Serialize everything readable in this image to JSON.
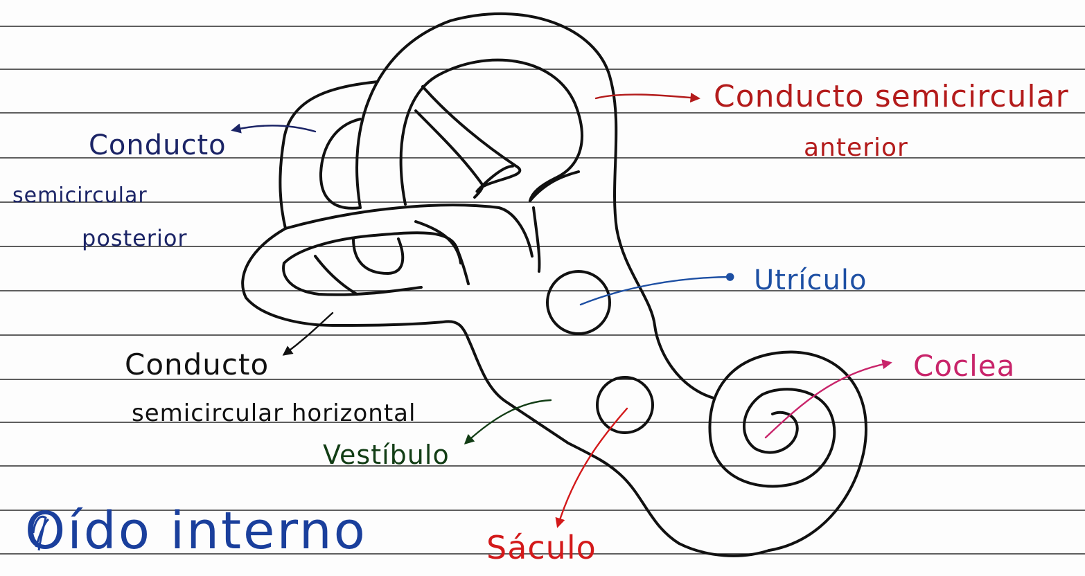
{
  "labels": {
    "anterior_line1": "Conducto semicircular",
    "anterior_line2": "anterior",
    "posterior_line1": "Conducto",
    "posterior_line2": "semicircular",
    "posterior_line3": "posterior",
    "utriculo": "Utrículo",
    "horizontal_line1": "Conducto",
    "horizontal_line2": "semicircular horizontal",
    "coclea": "Coclea",
    "vestibulo": "Vestíbulo",
    "saculo": "Sáculo",
    "title": "Oído interno"
  },
  "colors": {
    "anterior": "#b31b1b",
    "posterior": "#1b2466",
    "utriculo": "#1d4fa3",
    "horizontal": "#111111",
    "coclea": "#c8246a",
    "vestibulo": "#123d15",
    "saculo": "#d3191a",
    "title": "#1a3f9c",
    "ruled_lines": "#1e1e1e",
    "outline": "#111111"
  }
}
